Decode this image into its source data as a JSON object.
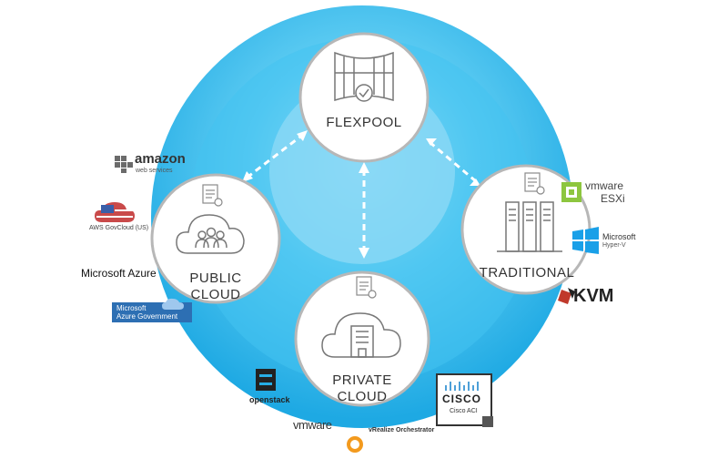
{
  "nodes": {
    "flexpool": {
      "label": "FLEXPOOL"
    },
    "public_cloud": {
      "label_line1": "PUBLIC",
      "label_line2": "CLOUD"
    },
    "private_cloud": {
      "label_line1": "PRIVATE",
      "label_line2": "CLOUD"
    },
    "traditional": {
      "label": "TRADITIONAL"
    }
  },
  "providers": {
    "public": {
      "amazon": {
        "name": "amazon",
        "sub": "web services"
      },
      "aws_gov": {
        "name": "AWS GovCloud (US)"
      },
      "azure": {
        "name": "Microsoft Azure"
      },
      "azure_gov": {
        "line1": "Microsoft",
        "line2": "Azure Government"
      }
    },
    "private": {
      "openstack": {
        "name": "openstack"
      },
      "vmware": {
        "name": "vmware"
      },
      "vrealize": {
        "name": "vRealize Orchestrator"
      },
      "cisco": {
        "name": "CISCO",
        "sub": "Cisco ACI"
      }
    },
    "traditional": {
      "vmware_esxi": {
        "line1": "vmware",
        "line2": "ESXi"
      },
      "hyperv": {
        "line1": "Microsoft",
        "line2": "Hyper-V"
      },
      "kvm": {
        "name": "KVM"
      }
    }
  },
  "colors": {
    "outer_ring": "#29b6ea",
    "mid_ring": "#5fcdf3",
    "inner_glow": "#a9e4f9",
    "node_border": "#b7b7b7",
    "arrow": "#ffffff",
    "azure_gov_bg": "#2d6fb3",
    "windows_blue": "#1aa0e8",
    "vmware_green": "#8dc63f"
  }
}
